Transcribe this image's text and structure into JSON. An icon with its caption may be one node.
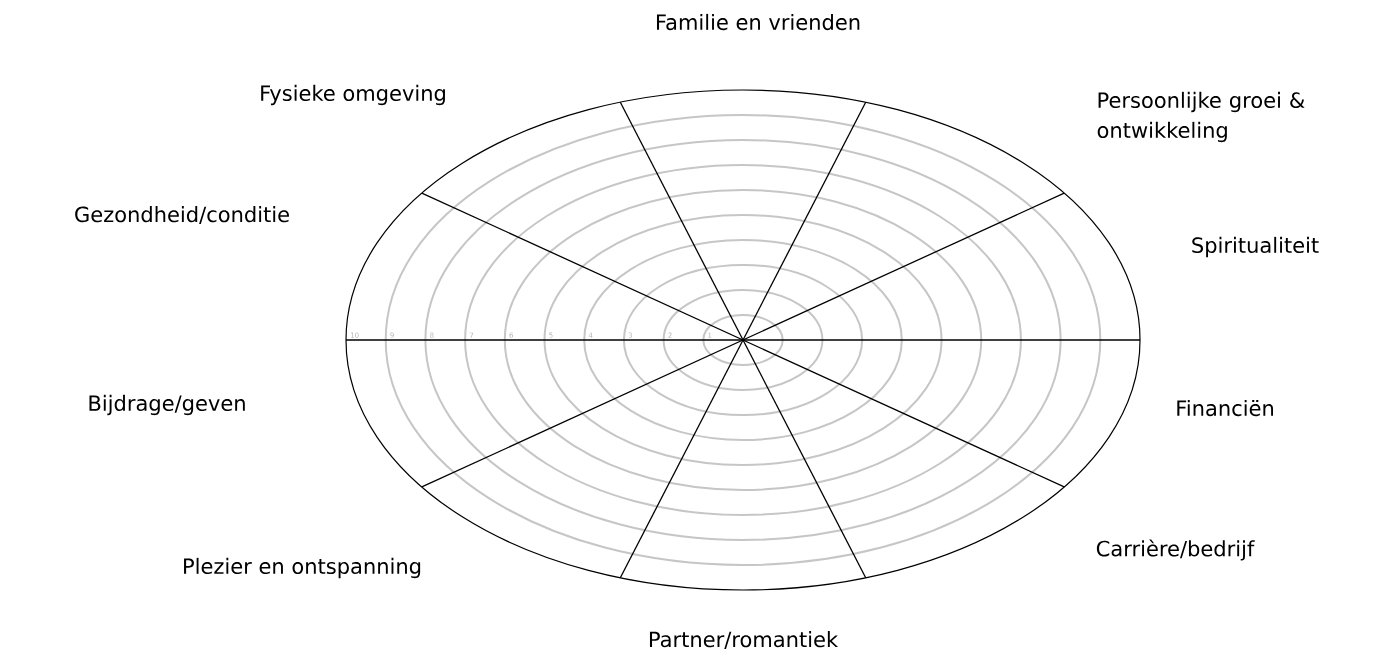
{
  "diagram": {
    "labels": [
      "Familie en vrienden",
      "Fysieke omgeving",
      "Persoonlijke groei & ontwikkeling",
      "Gezondheid/conditie",
      "Spiritualiteit",
      "10",
      "9",
      "8",
      "7",
      "6",
      "5",
      "4",
      "3",
      "2",
      "1",
      "Bijdrage/geven",
      "Financiën",
      "Carrière/bedrijf",
      "Plezier en ontspanning",
      "Partner/romantiek"
    ]
  }
}
